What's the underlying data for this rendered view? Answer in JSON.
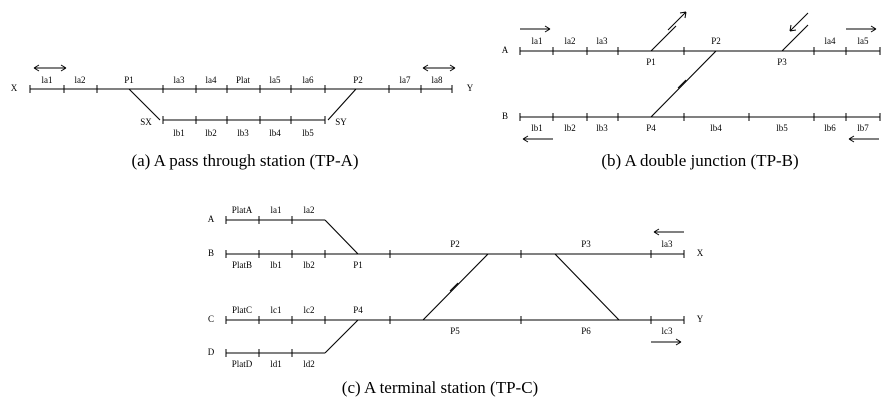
{
  "panel_a": {
    "caption": "(a) A pass through station (TP-A)",
    "end_x": "X",
    "end_y": "Y",
    "top_labels": [
      "la1",
      "la2",
      "P1",
      "la3",
      "la4",
      "Plat",
      "la5",
      "la6",
      "P2",
      "la7",
      "la8"
    ],
    "bottom_labels": [
      "SX",
      "lb1",
      "lb2",
      "lb3",
      "lb4",
      "lb5",
      "SY"
    ]
  },
  "panel_b": {
    "caption": "(b) A double junction (TP-B)",
    "track_a": "A",
    "track_b": "B",
    "top_labels": [
      "la1",
      "la2",
      "la3",
      "P2",
      "la4",
      "la5"
    ],
    "top_point_labels": [
      "P1",
      "P3"
    ],
    "bottom_labels": [
      "lb1",
      "lb2",
      "lb3",
      "P4",
      "lb4",
      "lb5",
      "lb6",
      "lb7"
    ]
  },
  "panel_c": {
    "caption": "(c) A terminal station (TP-C)",
    "track_letters": [
      "A",
      "B",
      "C",
      "D"
    ],
    "end_x": "X",
    "end_y": "Y",
    "row_a_labels": [
      "PlatA",
      "la1",
      "la2"
    ],
    "row_b_labels": [
      "PlatB",
      "lb1",
      "lb2",
      "P1"
    ],
    "row_b_upper_labels": [
      "P2",
      "P3",
      "la3"
    ],
    "row_c_labels": [
      "PlatC",
      "lc1",
      "lc2",
      "P4"
    ],
    "row_c_lower_labels": [
      "P5",
      "P6",
      "lc3"
    ],
    "row_d_labels": [
      "PlatD",
      "ld1",
      "ld2"
    ]
  }
}
